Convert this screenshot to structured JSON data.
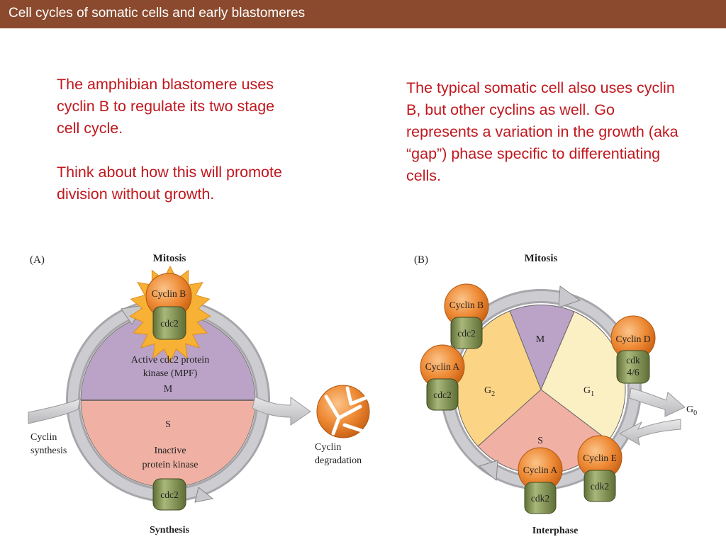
{
  "slide": {
    "title": "Cell cycles of somatic cells and early blastomeres",
    "para_blastomere": "The amphibian blastomere uses cyclin B to regulate its two stage cell cycle.",
    "para_think": "Think about how this will promote division without growth.",
    "para_somatic": "The typical somatic cell also uses cyclin B, but other cyclins as well. Go represents a variation in the growth (aka “gap”) phase specific to differentiating cells."
  },
  "panel_a": {
    "label": "(A)",
    "top_label": "Mitosis",
    "bottom_label": "Synthesis",
    "cyclin_b": "Cyclin B",
    "cdc2_top": "cdc2",
    "active_line1": "Active cdc2 protein",
    "active_line2": "kinase (MPF)",
    "m_phase": "M",
    "s_phase": "S",
    "inactive_line1": "Inactive",
    "inactive_line2": "protein kinase",
    "cdc2_bottom": "cdc2",
    "synthesis_line1": "Cyclin",
    "synthesis_line2": "synthesis",
    "degradation_line1": "Cyclin",
    "degradation_line2": "degradation"
  },
  "panel_b": {
    "label": "(B)",
    "top_label": "Mitosis",
    "bottom_label": "Interphase",
    "m": "M",
    "g1": "G",
    "g1_sub": "1",
    "g2": "G",
    "g2_sub": "2",
    "s": "S",
    "g0": "G",
    "g0_sub": "0",
    "cyclin_b": "Cyclin B",
    "cdc2_b": "cdc2",
    "cyclin_a_left": "Cyclin A",
    "cdc2_a": "cdc2",
    "cyclin_d": "Cyclin D",
    "cdk46_line1": "cdk",
    "cdk46_line2": "4/6",
    "cyclin_e": "Cyclin E",
    "cdk2_e": "cdk2",
    "cyclin_a_bottom": "Cyclin A",
    "cdk2_a": "cdk2"
  }
}
